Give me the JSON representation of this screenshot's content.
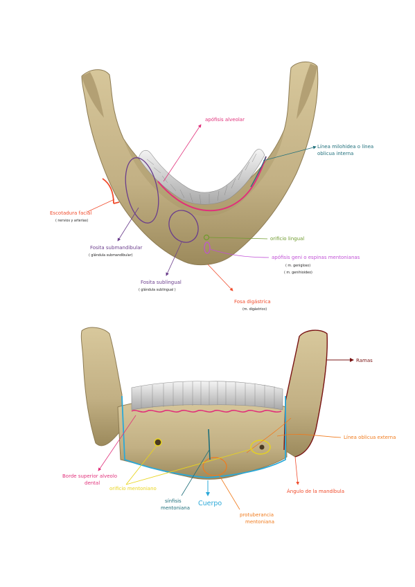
{
  "colors": {
    "bone": "#c9b98e",
    "bone_dark": "#8c7a52",
    "bone_shadow": "#6b5b3a",
    "teeth": "#e6e6e6",
    "teeth_shadow": "#9a9a9a",
    "pink": "#e0307a",
    "teal": "#1d6e7a",
    "red_orange": "#f04a2a",
    "purple": "#6a3d8c",
    "violet": "#c04fd6",
    "green": "#6e9a2c",
    "yellow": "#e8d41c",
    "orange": "#f07a1c",
    "cyan": "#2aa8d8",
    "maroon": "#7a1414"
  },
  "top_view": {
    "apofisis_alveolar": "apófisis alveolar",
    "linea_milohidea_1": "Línea milohidea o línea",
    "linea_milohidea_2": "oblicua interna",
    "escotadura_facial": "Escotadura facial",
    "escotadura_sub": "( nervios y arterias)",
    "fosita_submandibular": "Fosita submandibular",
    "fosita_submandibular_sub": "( glándula submandibular)",
    "fosita_sublingual": "Fosita sublingual",
    "fosita_sublingual_sub": "( glándula sublingual )",
    "orificio_lingual": "orificio lingual",
    "apofisis_geni": "apófisis geni o espinas mentonianas",
    "geni_sub_1": "( m. genigloso)",
    "geni_sub_2": "( m. genihioideo)",
    "fosa_digastrica": "Fosa digástrica",
    "fosa_digastrica_sub": "(m. digástrico)"
  },
  "front_view": {
    "ramas": "Ramas",
    "linea_oblicua_externa": "Línea oblicua externa",
    "borde_superior_1": "Borde superior alveolo",
    "borde_superior_2": "dental",
    "orificio_mentoniano": "orificio mentoniano",
    "angulo": "Ángulo de la mandíbula",
    "sinfisis_1": "sínfisis",
    "sinfisis_2": "mentoniana",
    "cuerpo": "Cuerpo",
    "protuberancia_1": "protuberancia",
    "protuberancia_2": "mentoniana"
  }
}
